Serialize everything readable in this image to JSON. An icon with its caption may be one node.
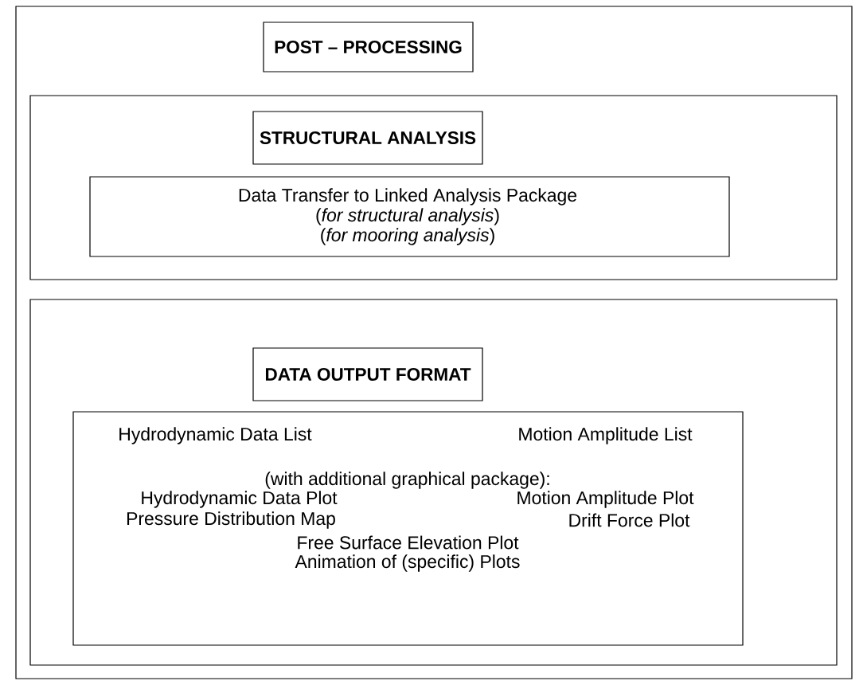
{
  "diagram": {
    "nodes": [
      {
        "text": [],
        "shape": "box"
      },
      {
        "text": [
          "POST – PROCESSING"
        ],
        "in": 0
      },
      {
        "text": [],
        "shape": "box",
        "in": 0
      },
      {
        "text": [
          "STRUCTURAL ANALYSIS"
        ],
        "in": 2
      },
      {
        "text": [
          "Data Transfer to Linked Analysis Package",
          "(*for structural analysis*)",
          "(*for mooring analysis*)"
        ],
        "in": 2
      },
      {
        "text": [],
        "shape": "box",
        "in": 0
      },
      {
        "text": [
          "DATA OUTPUT FORMAT"
        ],
        "in": 5
      },
      {
        "text": [
          "Hydrodynamic Data List",
          "Motion Amplitude List",
          "(with additional graphical package):",
          "Hydrodynamic Data Plot",
          "Motion Amplitude Plot",
          "Pressure Distribution Map",
          "Drift Force Plot",
          "Free Surface Elevation Plot",
          "Animation of (specific) Plots"
        ],
        "in": 5
      }
    ]
  }
}
